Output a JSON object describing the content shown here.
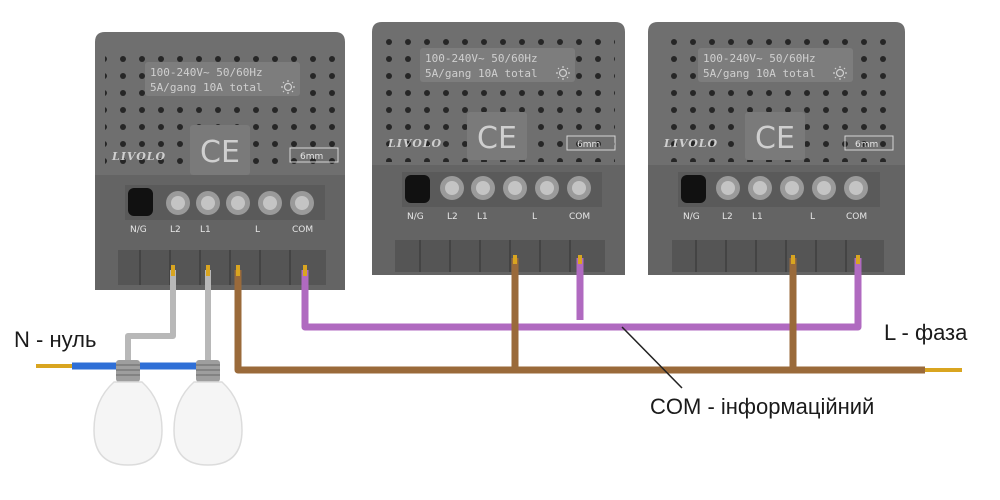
{
  "labels": {
    "neutral": "N - нуль",
    "phase": "L - фаза",
    "com": "COM - інформаційний"
  },
  "device": {
    "spec_line1": "100-240V~  50/60Hz",
    "spec_line2": "5A/gang 10A total",
    "brand": "LIVOLO",
    "strip_length": "6mm",
    "terminals": [
      "N/G",
      "L2",
      "L1",
      "L",
      "COM"
    ]
  },
  "colors": {
    "neutral_wire": "#2f6fd6",
    "phase_wire": "#9a6a3a",
    "com_wire": "#b06ac0",
    "lamp_wire": "#b8b8b8",
    "conductor": "#d9a520",
    "housing": "#6f6f6f"
  },
  "icons": [
    "ce-mark",
    "sun-icon",
    "light-bulb-icon"
  ]
}
